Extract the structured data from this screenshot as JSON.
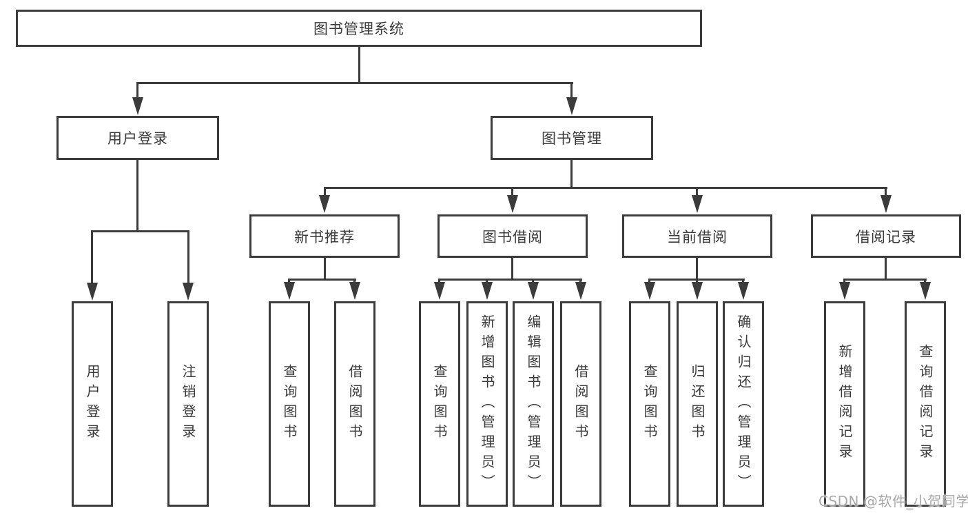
{
  "diagram": {
    "type": "functional-structure-tree",
    "title": "图书管理系统"
  },
  "root": {
    "label": "图书管理系统",
    "children": [
      {
        "label": "用户登录",
        "children": [
          {
            "label": "用户登录"
          },
          {
            "label": "注销登录"
          }
        ]
      },
      {
        "label": "图书管理",
        "children": [
          {
            "label": "新书推荐",
            "children": [
              {
                "label": "查询图书"
              },
              {
                "label": "借阅图书"
              }
            ]
          },
          {
            "label": "图书借阅",
            "children": [
              {
                "label": "查询图书"
              },
              {
                "label": "新增图书（管理员）"
              },
              {
                "label": "编辑图书（管理员）"
              },
              {
                "label": "借阅图书"
              }
            ]
          },
          {
            "label": "当前借阅",
            "children": [
              {
                "label": "查询图书"
              },
              {
                "label": "归还图书"
              },
              {
                "label": "确认归还（管理员）"
              }
            ]
          },
          {
            "label": "借阅记录",
            "children": [
              {
                "label": "新增借阅记录"
              },
              {
                "label": "查询借阅记录"
              }
            ]
          }
        ]
      }
    ]
  },
  "watermark": {
    "text": "CSDN @软件_小贺同学"
  },
  "colors": {
    "line": "#3b3b3b",
    "text": "#3a3a3a",
    "box_fill": "#ffffff",
    "background": "#ffffff",
    "watermark": "#a8a8a8"
  }
}
